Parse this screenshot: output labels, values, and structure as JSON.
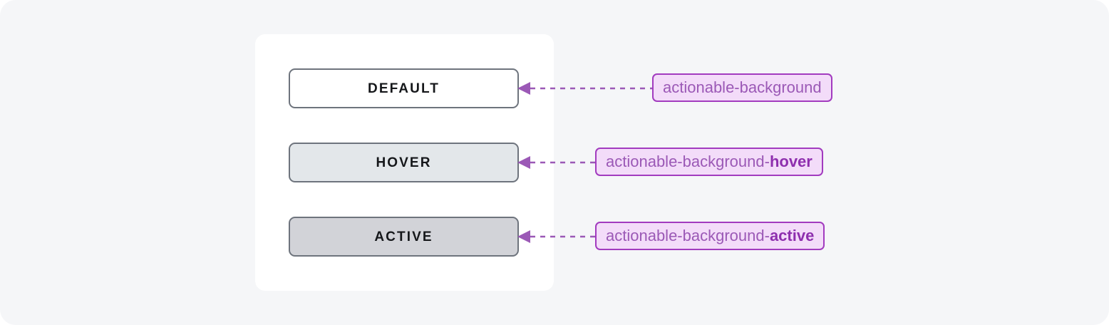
{
  "page": {
    "background_color": "#f5f6f8",
    "card_background_color": "#ffffff"
  },
  "colors": {
    "button_border": "#6e747d",
    "button_text": "#15171a",
    "default_fill": "#ffffff",
    "hover_fill": "#e3e7ea",
    "active_fill": "#d2d3d8",
    "token_fill": "#f3dcf9",
    "token_border": "#a23bbf",
    "token_text": "#9b59b6",
    "token_suffix_text": "#8e2fae",
    "connector": "#9b59b6"
  },
  "rows": [
    {
      "state": "default",
      "button_label": "DEFAULT",
      "token_base": "actionable-background",
      "token_suffix": ""
    },
    {
      "state": "hover",
      "button_label": "HOVER",
      "token_base": "actionable-background-",
      "token_suffix": "hover"
    },
    {
      "state": "active",
      "button_label": "ACTIVE",
      "token_base": "actionable-background-",
      "token_suffix": "active"
    }
  ]
}
